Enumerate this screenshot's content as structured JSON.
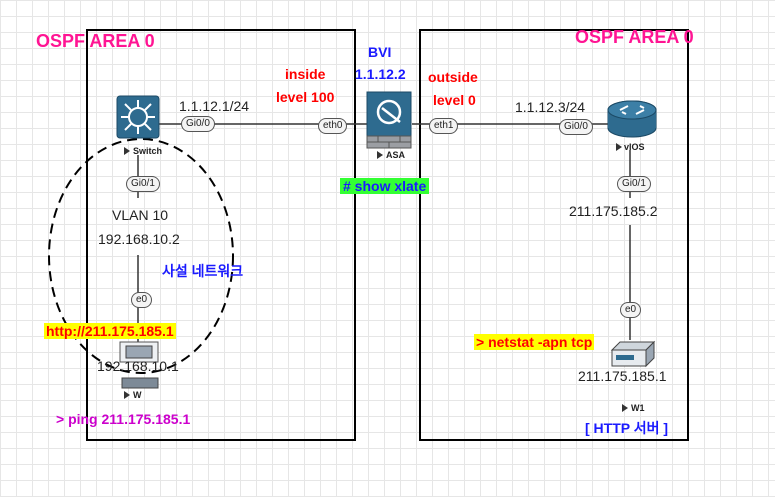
{
  "left_area": {
    "title": "OSPF AREA 0"
  },
  "right_area": {
    "title": "OSPF AREA 0"
  },
  "switch": {
    "name": "Switch",
    "ip": "1.1.12.1/24",
    "port_asa": "Gi0/0",
    "port_down": "Gi0/1",
    "vlan": "VLAN 10",
    "vlan_ip": "192.168.10.2"
  },
  "asa": {
    "name": "ASA",
    "bvi_label": "BVI",
    "bvi_ip": "1.1.12.2",
    "inside_line1": "inside",
    "inside_line2": "level 100",
    "outside_line1": "outside",
    "outside_line2": "level 0",
    "port_inside": "eth0",
    "port_outside": "eth1",
    "command": "# show xlate"
  },
  "router": {
    "name": "vIOS",
    "ip": "1.1.12.3/24",
    "port_asa": "Gi0/0",
    "port_down": "Gi0/1",
    "down_ip": "211.175.185.2"
  },
  "client": {
    "name": "W",
    "port": "e0",
    "ip": "192.168.10.1",
    "url": "http://211.175.185.1",
    "ping": "> ping 211.175.185.1",
    "network_label": "사설 네트워크"
  },
  "server": {
    "name": "W1",
    "port": "e0",
    "ip": "211.175.185.1",
    "command": "> netstat -apn tcp",
    "role": "[ HTTP 서버 ]"
  },
  "colors": {
    "area_title": "#ff1493",
    "red_label": "#ff0000",
    "blue_label": "#1a1aff",
    "highlight_yellow": "#ffff00",
    "highlight_green": "#33ff33",
    "device_blue": "#2e6b8f"
  }
}
